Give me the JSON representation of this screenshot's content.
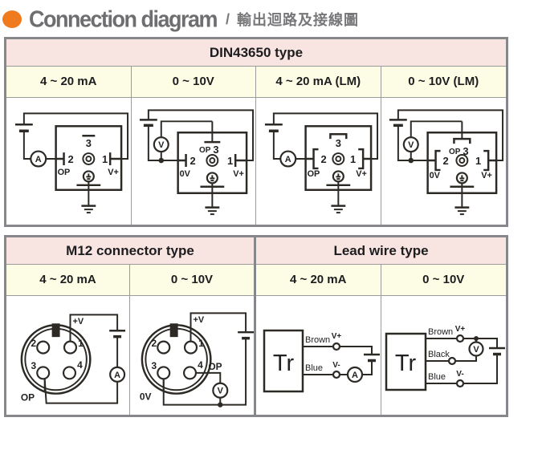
{
  "title": {
    "en": "Connection diagram",
    "sep": "/",
    "zh": "輸出迴路及接線圖"
  },
  "tables": {
    "din": {
      "title": "DIN43650 type",
      "columns": [
        "4 ~ 20 mA",
        "0 ~ 10V",
        "4 ~ 20 mA (LM)",
        "0 ~ 10V (LM)"
      ]
    },
    "m12": {
      "title": "M12 connector type",
      "columns": [
        "4 ~ 20 mA",
        "0 ~ 10V"
      ]
    },
    "lead": {
      "title": "Lead wire type",
      "columns": [
        "4 ~ 20 mA",
        "0 ~ 10V"
      ]
    }
  },
  "labels": {
    "n1": "1",
    "n2": "2",
    "n3": "3",
    "n4": "4",
    "op": "OP",
    "v_plus": "V+",
    "v_minus": "V-",
    "zero_v": "0V",
    "plus_v": "+V",
    "ammeter": "A",
    "voltmeter": "V",
    "tr": "Tr",
    "brown": "Brown",
    "black": "Black",
    "blue": "Blue"
  },
  "colors": {
    "accent_orange": "#f07a1e",
    "header_pink": "#f8e4e1",
    "cell_yellow": "#fdfde6",
    "border_gray": "#85878a",
    "title_gray": "#6e6e71",
    "line_dark": "#2d2a26"
  }
}
